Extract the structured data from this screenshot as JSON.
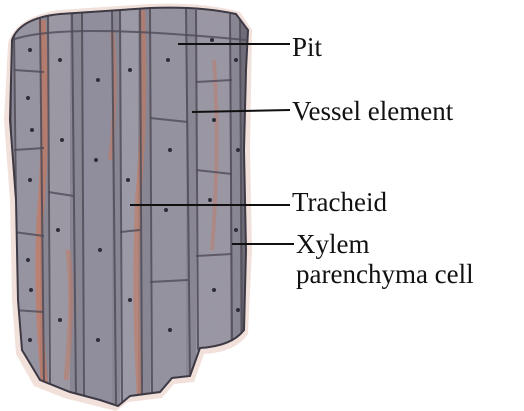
{
  "labels": {
    "pit": "Pit",
    "vessel_element": "Vessel element",
    "tracheid": "Tracheid",
    "xylem_parenchyma_line1": "Xylem",
    "xylem_parenchyma_line2": "parenchyma cell"
  },
  "colors": {
    "tissue_base": "#8a8794",
    "tissue_dark": "#55525e",
    "tissue_light": "#b3b0ba",
    "stain": "#c9765a",
    "leader_line": "#111111",
    "text": "#111111"
  }
}
